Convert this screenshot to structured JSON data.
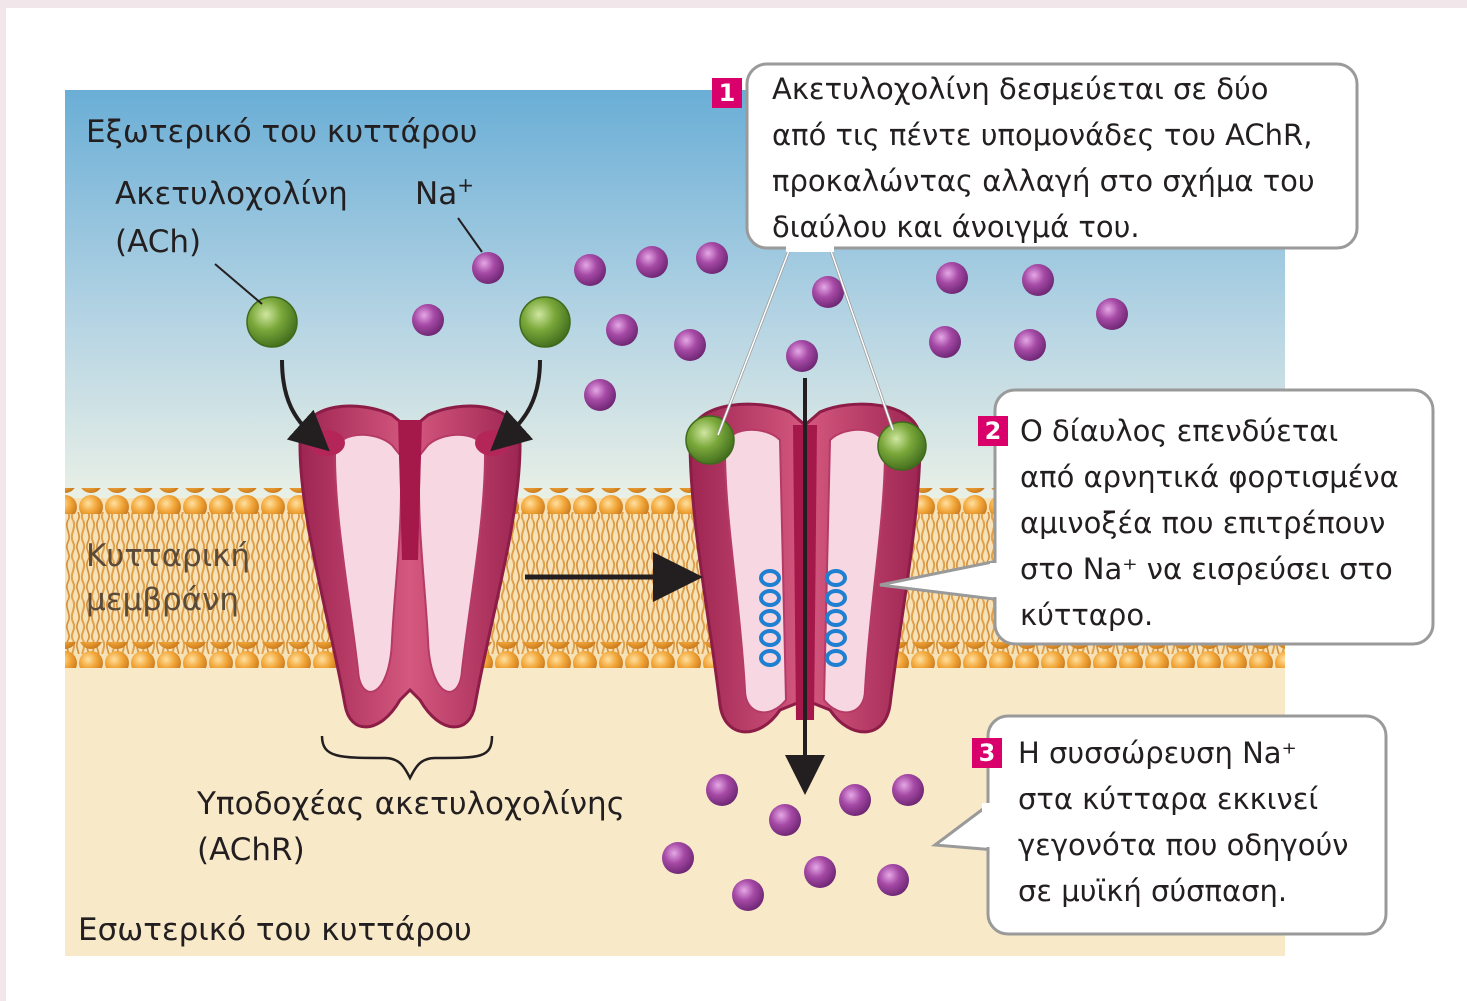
{
  "labels": {
    "extracellular": "Εξωτερικό του κυττάρου",
    "intracellular": "Εσωτερικό του κυττάρου",
    "ach_line1": "Ακετυλοχολίνη",
    "ach_line2": "(ACh)",
    "na_base": "Na",
    "na_sup": "+",
    "membrane_line1": "Κυτταρική",
    "membrane_line2": "μεμβράνη",
    "receptor_line1": "Υποδοχέας ακετυλοχολίνης",
    "receptor_line2": "(AChR)"
  },
  "callouts": [
    {
      "number": "1",
      "lines": [
        "Ακετυλοχολίνη δεσμεύεται σε δύο",
        "από τις πέντε υπομονάδες του AChR,",
        "προκαλώντας αλλαγή στο σχήμα του",
        "διαύλου και άνοιγμά του."
      ]
    },
    {
      "number": "2",
      "lines": [
        "Ο δίαυλος επενδύεται",
        "από αρνητικά φορτισμένα",
        "αμινοξέα που επιτρέπουν",
        "στο Na⁺ να εισρεύσει στο",
        "κύτταρο."
      ]
    },
    {
      "number": "3",
      "lines": [
        "Η συσσώρευση Na⁺",
        "στα κύτταρα εκκινεί",
        "γεγονότα που οδηγούν",
        "σε μυϊκή σύσπαση."
      ]
    }
  ],
  "colors": {
    "extracellular_top": "#6aaed6",
    "extracellular_bottom": "#e9f0e6",
    "intracellular": "#f8e9c8",
    "lipid_head": "#f0a838",
    "receptor_outer": "#c63d6e",
    "receptor_inner": "#f6d7e2",
    "ach_ball": "#6e9a32",
    "na_ball": "#9a3a9a",
    "callout_number": "#d9006c",
    "charge_ring": "#1f7fd0"
  },
  "icons": {
    "ach": "green-sphere",
    "sodium": "purple-sphere",
    "negative_charge": "blue-ring"
  }
}
